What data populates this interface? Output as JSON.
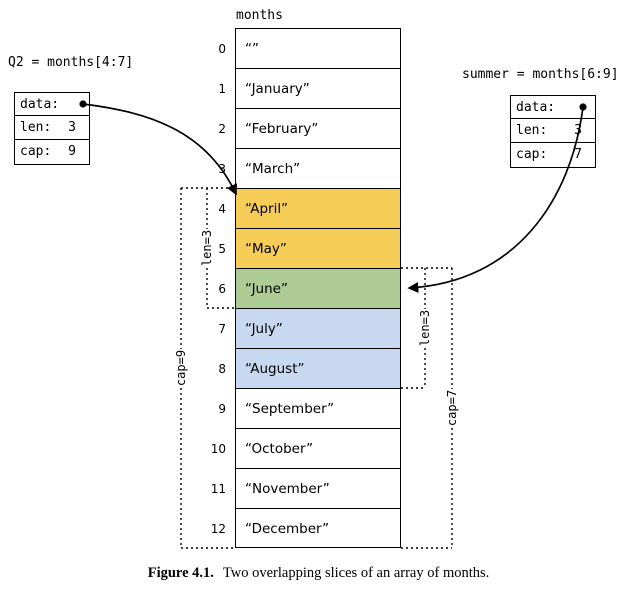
{
  "figure": {
    "array_label": "months",
    "cells": [
      {
        "index": "0",
        "value": "“”",
        "fill": ""
      },
      {
        "index": "1",
        "value": "“January”",
        "fill": ""
      },
      {
        "index": "2",
        "value": "“February”",
        "fill": ""
      },
      {
        "index": "3",
        "value": "“March”",
        "fill": ""
      },
      {
        "index": "4",
        "value": "“April”",
        "fill": "#F6CD57"
      },
      {
        "index": "5",
        "value": "“May”",
        "fill": "#F6CD57"
      },
      {
        "index": "6",
        "value": "“June”",
        "fill": "#AECB95"
      },
      {
        "index": "7",
        "value": "“July”",
        "fill": "#C7D8F0"
      },
      {
        "index": "8",
        "value": "“August”",
        "fill": "#C7D8F0"
      },
      {
        "index": "9",
        "value": "“September”",
        "fill": ""
      },
      {
        "index": "10",
        "value": "“October”",
        "fill": ""
      },
      {
        "index": "11",
        "value": "“November”",
        "fill": ""
      },
      {
        "index": "12",
        "value": "“December”",
        "fill": ""
      }
    ]
  },
  "q2_slice": {
    "title": "Q2 = months[4:7]",
    "fields": [
      {
        "label": "data:",
        "value": ""
      },
      {
        "label": "len:",
        "value": "3"
      },
      {
        "label": "cap:",
        "value": "9"
      }
    ],
    "len_bracket": "len=3",
    "cap_bracket": "cap=9"
  },
  "summer_slice": {
    "title": "summer = months[6:9]",
    "fields": [
      {
        "label": "data:",
        "value": ""
      },
      {
        "label": "len:",
        "value": "3"
      },
      {
        "label": "cap:",
        "value": "7"
      }
    ],
    "len_bracket": "len=3",
    "cap_bracket": "cap=7"
  },
  "caption": {
    "label": "Figure 4.1.",
    "text": "Two overlapping slices of an array of months."
  },
  "colors": {
    "q2_highlight": "#F6CD57",
    "overlap_highlight": "#AECB95",
    "summer_highlight": "#C7D8F0",
    "line": "#000000"
  }
}
